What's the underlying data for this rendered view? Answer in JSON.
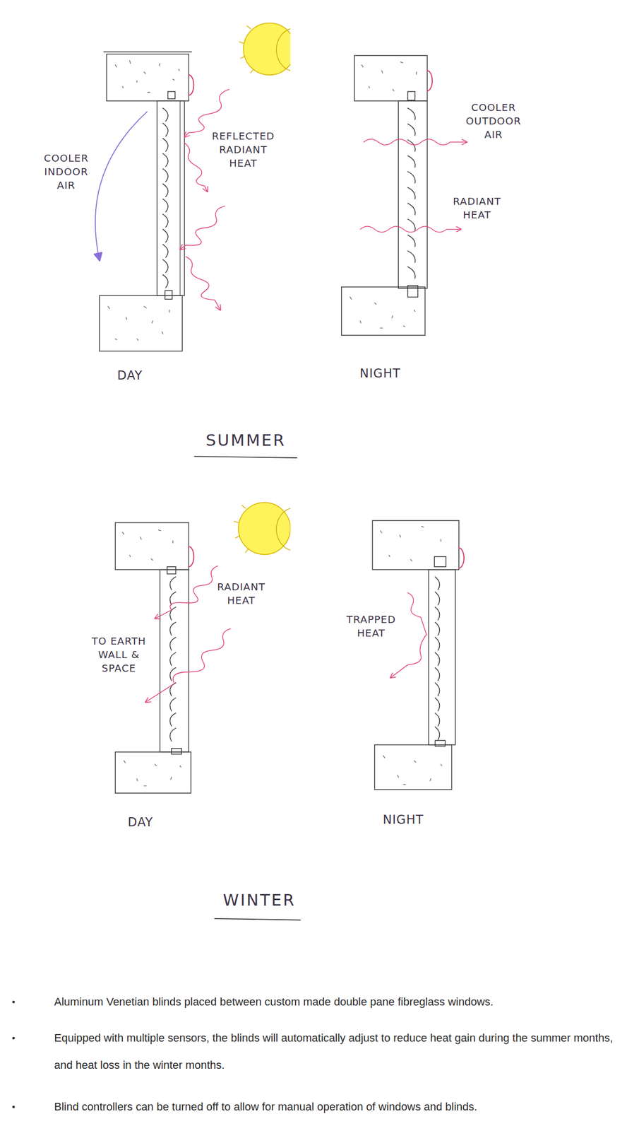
{
  "diagram": {
    "labels": [
      "COOLER INDOOR AIR",
      "REFLECTED RADIANT HEAT",
      "DAY",
      "COOLER OUTDOOR AIR",
      "RADIANT HEAT",
      "NIGHT",
      "SUMMER",
      "RADIANT HEAT",
      "TO EARTH WALL & SPACE",
      "DAY",
      "TRAPPED HEAT",
      "NIGHT",
      "WINTER",
      "Aluminum Venetian blinds placed between custom made double pane fibreglass windows.",
      "Equipped with multiple sensors, the blinds will automatically adjust to reduce heat gain during the summer months, and heat loss in the winter months.",
      "Blind controllers can be turned off to allow for manual operation of windows and blinds."
    ]
  }
}
